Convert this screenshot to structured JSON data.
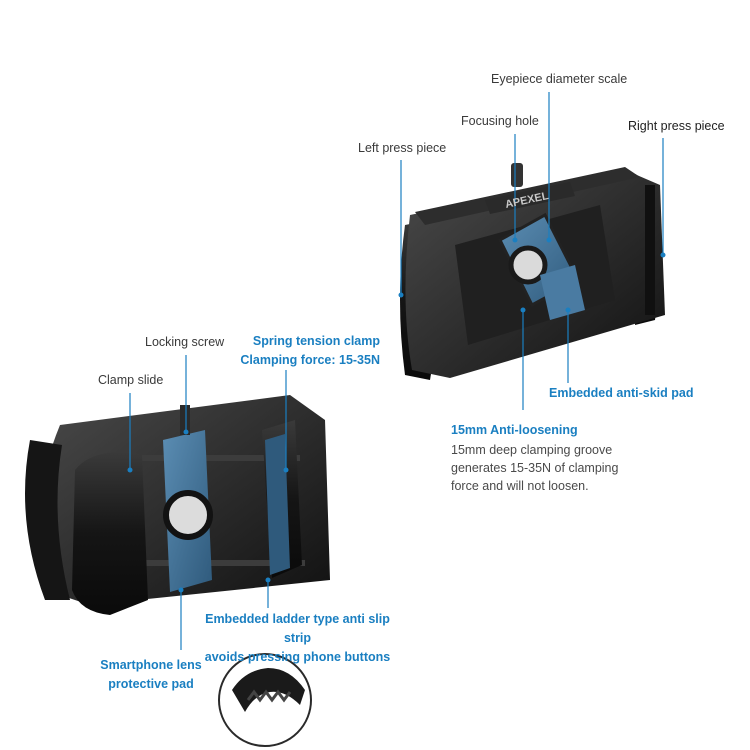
{
  "labels": {
    "eyepiece_scale": "Eyepiece diameter scale",
    "focusing_hole": "Focusing hole",
    "right_press": "Right press piece",
    "left_press": "Left press piece",
    "brand": "APEXEL",
    "anti_skid": "Embedded anti-skid pad",
    "anti_loosening_title": "15mm Anti-loosening",
    "anti_loosening_desc": "15mm deep clamping groove\ngenerates 15-35N of clamping\nforce and will not loosen.",
    "locking_screw": "Locking screw",
    "spring_clamp": "Spring tension clamp\nClamping force: 15-35N",
    "clamp_slide": "Clamp slide",
    "ladder_strip": "Embedded ladder type anti slip strip\navoids pressing phone buttons",
    "lens_pad": "Smartphone lens\nprotective pad"
  },
  "colors": {
    "accent": "#1a7fc1",
    "pad_blue": "#3e6e92",
    "body_black": "#1b1b1b",
    "label_gray": "#3a3a3a"
  }
}
